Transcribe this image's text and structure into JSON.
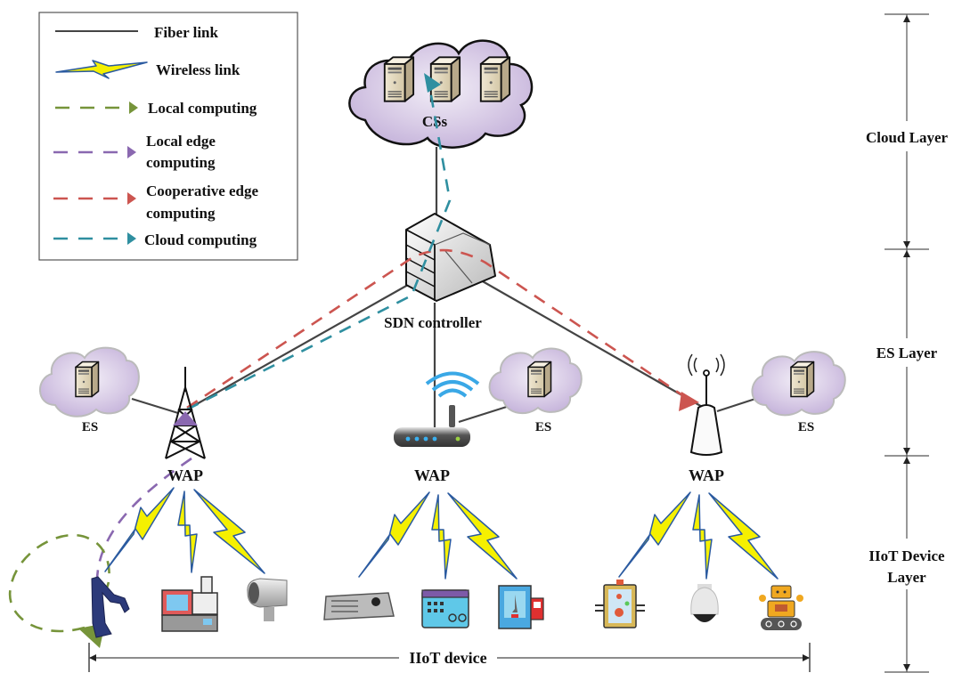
{
  "legend": {
    "items": [
      {
        "key": "fiber",
        "label": "Fiber link",
        "color": "#444444",
        "style": "solid"
      },
      {
        "key": "wireless",
        "label": "Wireless link",
        "color": "#2a5aa0",
        "style": "lightning"
      },
      {
        "key": "local",
        "label_lines": [
          "Local computing"
        ],
        "color": "#76943a",
        "style": "dashed-arrow"
      },
      {
        "key": "local_edge",
        "label_lines": [
          "Local edge",
          "computing"
        ],
        "color": "#8a68b0",
        "style": "dashed-arrow"
      },
      {
        "key": "coop_edge",
        "label_lines": [
          "Cooperative edge",
          "computing"
        ],
        "color": "#cc5550",
        "style": "dashed-arrow"
      },
      {
        "key": "cloud",
        "label_lines": [
          "Cloud computing"
        ],
        "color": "#2f8fa0",
        "style": "dashed-arrow"
      }
    ],
    "fiber_label": "Fiber link",
    "wireless_label": "Wireless link",
    "local_label": "Local computing",
    "local_edge_label_1": "Local edge",
    "local_edge_label_2": "computing",
    "coop_edge_label_1": "Cooperative edge",
    "coop_edge_label_2": "computing",
    "cloud_label": "Cloud computing"
  },
  "nodes": {
    "cloud_servers_label": "CSs",
    "sdn_label": "SDN controller",
    "es_label": "ES",
    "wap_label": "WAP"
  },
  "layers": {
    "cloud": "Cloud Layer",
    "es": "ES Layer",
    "iot_line1": "IIoT Device",
    "iot_line2": "Layer"
  },
  "devices_axis_label": "IIoT device",
  "devices": {
    "left": [
      "robot-arm",
      "injection-molding-machine",
      "security-camera"
    ],
    "middle": [
      "control-keyboard",
      "control-panel",
      "cnc-machine"
    ],
    "right": [
      "control-box",
      "dome-camera",
      "tracked-robot"
    ]
  },
  "colors": {
    "fiber": "#444444",
    "wireless_fill": "#f5f000",
    "wireless_stroke": "#2a5aa0",
    "local": "#76943a",
    "local_edge": "#8a68b0",
    "coop_edge": "#cc5550",
    "cloud": "#2f8fa0",
    "cloud_fill": "#d9cde6"
  }
}
